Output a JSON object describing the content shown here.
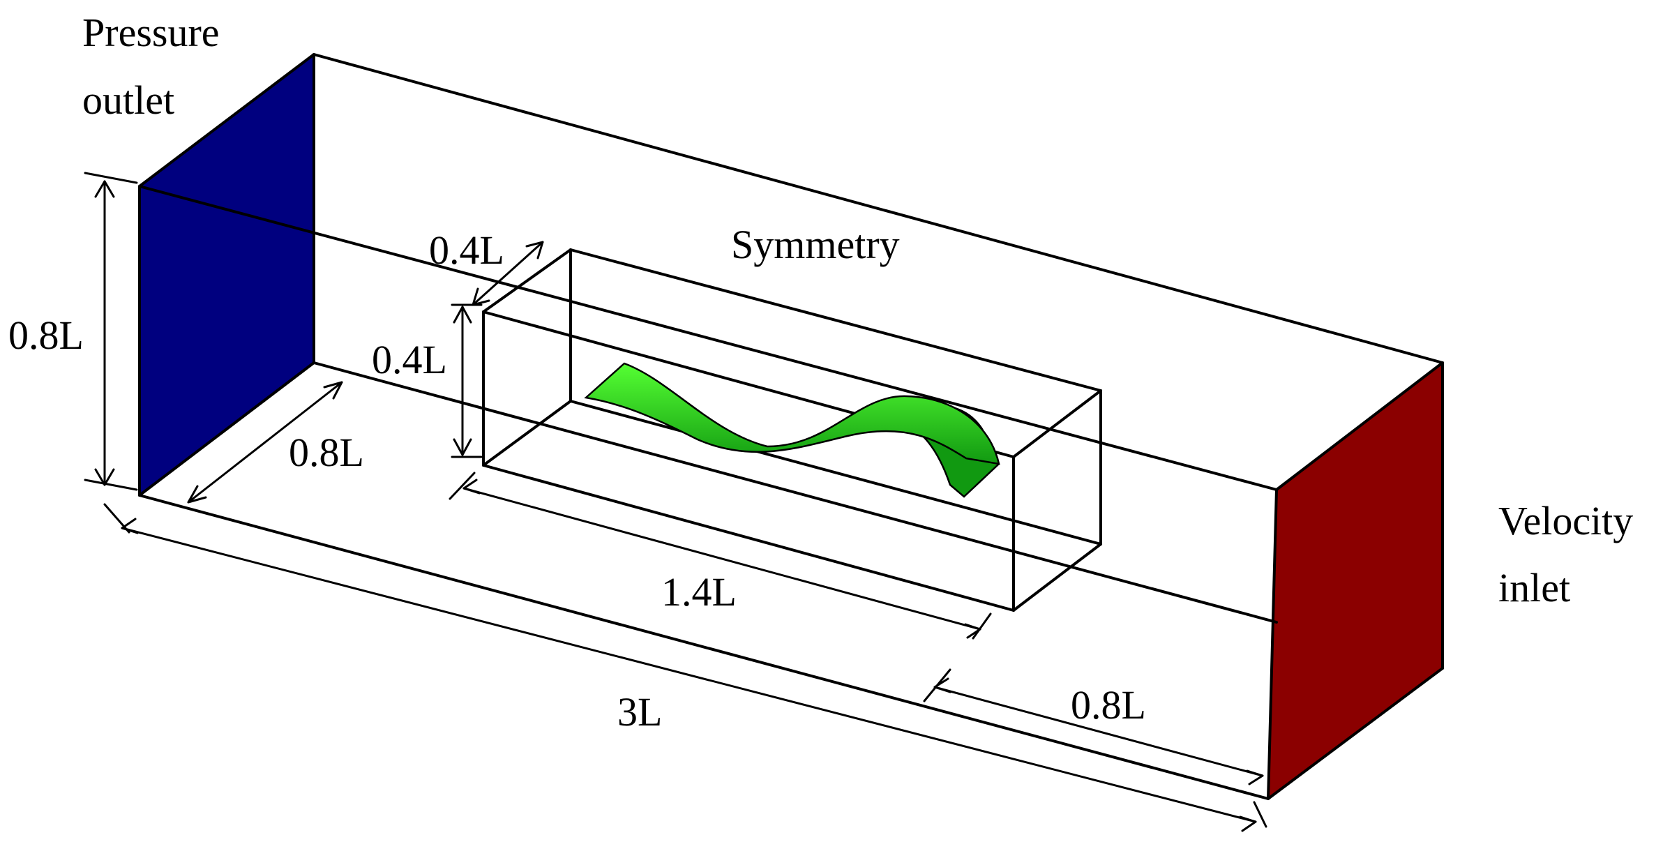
{
  "labels": {
    "outlet_line1": "Pressure",
    "outlet_line2": "outlet",
    "inlet_line1": "Velocity",
    "inlet_line2": "inlet",
    "symmetry": "Symmetry",
    "domain_height": "0.8L",
    "domain_width": "0.8L",
    "domain_length": "3L",
    "inlet_offset": "0.8L",
    "inner_box_width": "0.4L",
    "inner_box_height": "0.4L",
    "inner_box_length": "1.4L"
  },
  "colors": {
    "pressure_outlet": "#00007f",
    "velocity_inlet": "#8b0000",
    "body_light": "#33ee22",
    "body_dark": "#119911",
    "edges": "#000000"
  }
}
